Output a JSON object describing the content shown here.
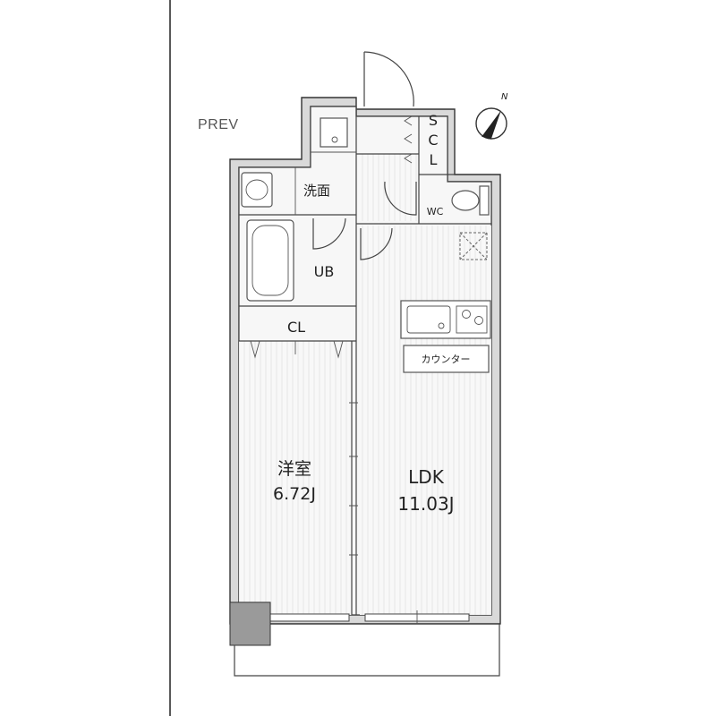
{
  "nav": {
    "prev_label": "PREV"
  },
  "compass": {
    "north_label": "N"
  },
  "rooms": {
    "scl": {
      "label": [
        "S",
        "C",
        "L"
      ]
    },
    "washroom": {
      "label": "洗面"
    },
    "wc": {
      "label": "WC"
    },
    "ub": {
      "label": "UB"
    },
    "cl": {
      "label": "CL"
    },
    "counter": {
      "label": "カウンター"
    },
    "western_room": {
      "label": "洋室",
      "area": "6.72J"
    },
    "ldk": {
      "label": "LDK",
      "area": "11.03J"
    }
  },
  "colors": {
    "wall": "#d9d9d9",
    "column": "#9a9a9a",
    "line": "#444444"
  }
}
